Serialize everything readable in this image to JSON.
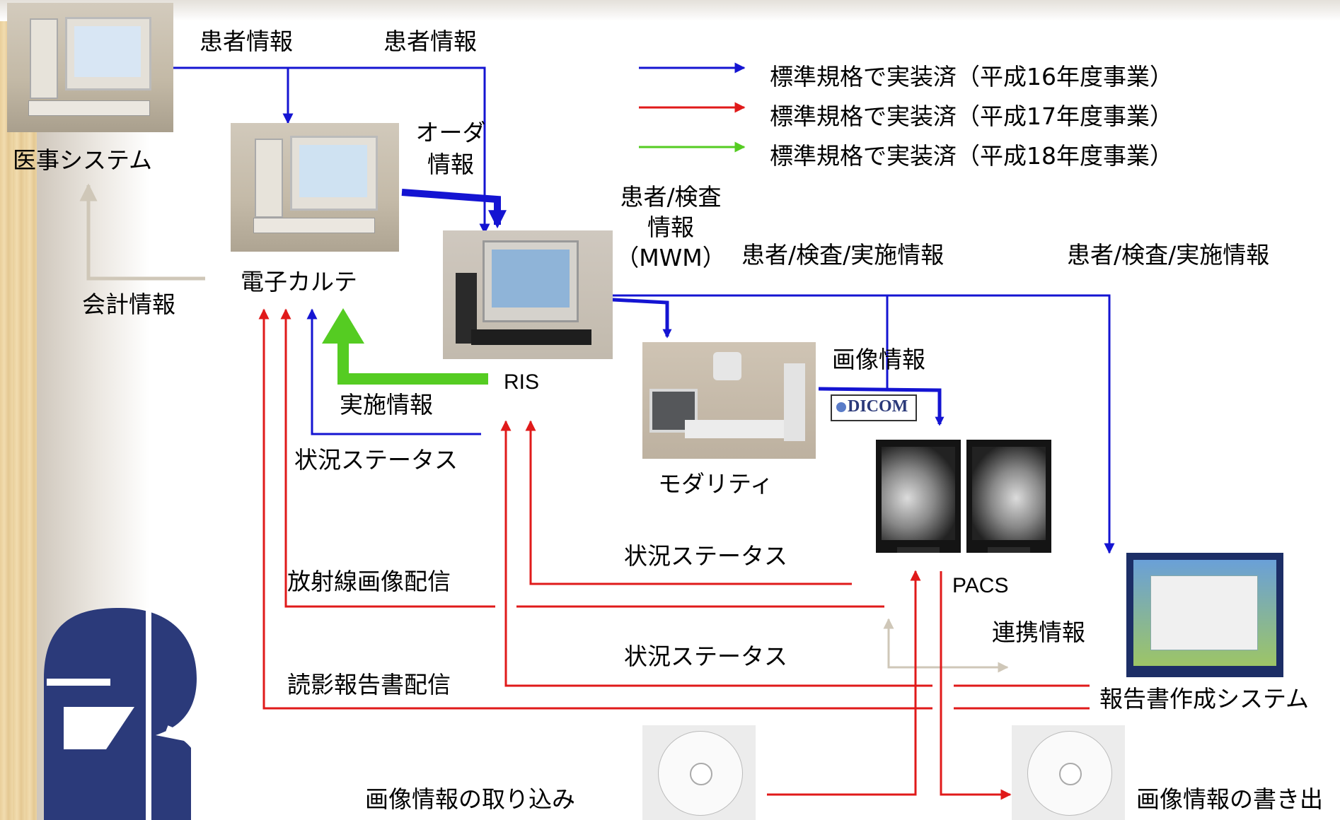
{
  "legend": [
    {
      "label": "標準規格で実装済（平成16年度事業）",
      "color": "#1414d2"
    },
    {
      "label": "標準規格で実装済（平成17年度事業）",
      "color": "#e01a1a"
    },
    {
      "label": "標準規格で実装済（平成18年度事業）",
      "color": "#55cc22"
    }
  ],
  "systems": {
    "iji": "医事システム",
    "karte": "電子カルテ",
    "ris": "RIS",
    "modality": "モダリティ",
    "pacs": "PACS",
    "report": "報告書作成システム"
  },
  "flows": {
    "kanja1": "患者情報",
    "kanja2": "患者情報",
    "order": "オーダ\n情報",
    "mwm": "患者/検査\n情報\n（MWM）",
    "kanja_jisshi1": "患者/検査/実施情報",
    "kanja_jisshi2": "患者/検査/実施情報",
    "kaikei": "会計情報",
    "jisshi": "実施情報",
    "status1": "状況ステータス",
    "status2": "状況ステータス",
    "status3": "状況ステータス",
    "gazo": "画像情報",
    "housha": "放射線画像配信",
    "renkei": "連携情報",
    "dokuei": "読影報告書配信",
    "torikomi": "画像情報の取り込み",
    "kakidashi": "画像情報の書き出"
  },
  "dicom_logo": "DICOM",
  "colors": {
    "blue": "#1414d2",
    "red": "#e01a1a",
    "green": "#55cc22",
    "beige": "#cfc7b8",
    "logo": "#2b3a7a"
  }
}
